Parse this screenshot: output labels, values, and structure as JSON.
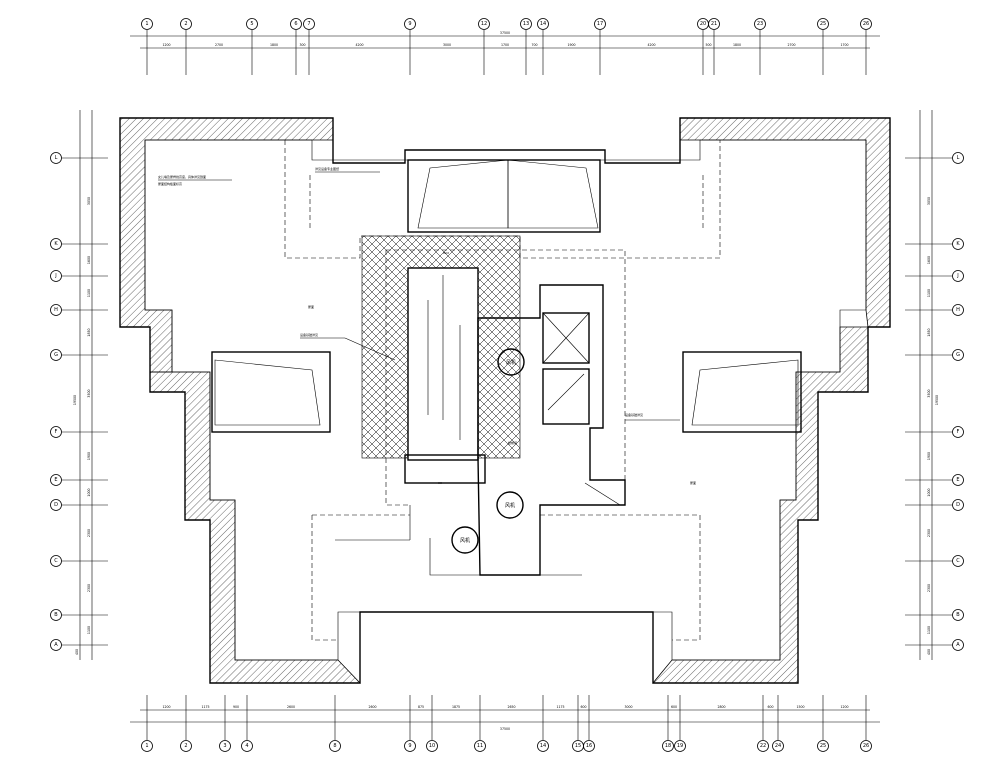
{
  "axes": {
    "top": [
      "1",
      "2",
      "5",
      "6",
      "7",
      "9",
      "12",
      "13",
      "14",
      "17",
      "20",
      "21",
      "23",
      "25",
      "26"
    ],
    "bottom": [
      "1",
      "2",
      "3",
      "4",
      "8",
      "9",
      "10",
      "11",
      "14",
      "15",
      "16",
      "18",
      "19",
      "22",
      "24",
      "25",
      "26"
    ],
    "left": [
      "L",
      "K",
      "J",
      "H",
      "G",
      "F",
      "E",
      "D",
      "C",
      "B",
      "A"
    ],
    "right": [
      "L",
      "K",
      "J",
      "H",
      "G",
      "F",
      "E",
      "D",
      "C",
      "B",
      "A"
    ]
  },
  "dimensions": {
    "top_segments": [
      "1200",
      "2700",
      "1800",
      "300",
      "4200",
      "3000",
      "1700",
      "700",
      "1900",
      "4200",
      "500",
      "1800",
      "2700",
      "1700"
    ],
    "top_total": "37500",
    "bottom_segments": [
      "1200",
      "1175",
      "900",
      "2600",
      "2600",
      "875",
      "1875",
      "2650",
      "1175",
      "600",
      "3000",
      "600",
      "2800",
      "600",
      "1500",
      "1200"
    ],
    "bottom_total": "37500",
    "left_segments": [
      "3050",
      "1600",
      "1100",
      "1850",
      "3500",
      "1900",
      "1000",
      "2300",
      "2300",
      "1100"
    ],
    "left_total": "19500",
    "right_segments": [
      "3050",
      "1600",
      "1100",
      "1850",
      "3500",
      "1900",
      "1000",
      "2300",
      "2300",
      "1100"
    ],
    "right_total": "19500",
    "edge_marks": [
      "400",
      "400"
    ]
  },
  "labels": {
    "fan_room": "风机",
    "stair_text": "楼梯间",
    "roof_text": "屋面",
    "note_1": "女儿墙及屋脊线高度，具体详见剖面",
    "note_2": "屋面结构板面标高",
    "note_3": "设备基础详见",
    "note_4": "详见设备专业图纸",
    "small_a": "XXX",
    "small_b": "XX"
  }
}
